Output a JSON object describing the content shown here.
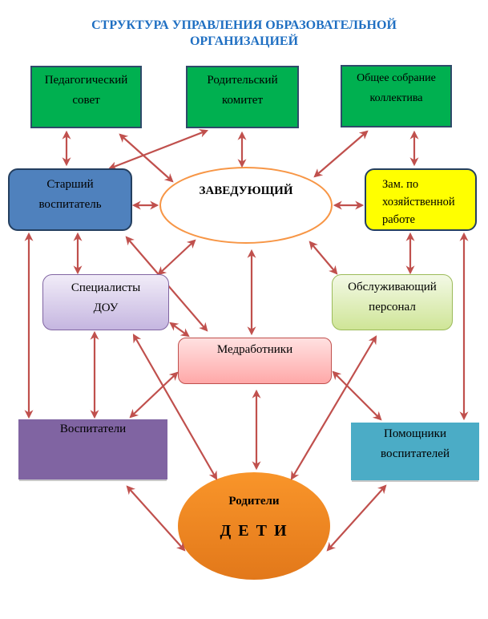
{
  "title": {
    "line1": "СТРУКТУРА  УПРАВЛЕНИЯ ОБРАЗОВАТЕЛЬНОЙ",
    "line2": "ОРГАНИЗАЦИЕЙ"
  },
  "colors": {
    "title": "#1f6fc2",
    "arrow": "#c0504d",
    "council_fill": "#00b050",
    "senior_teacher_fill": "#4f81bd",
    "deputy_fill": "#ffff00",
    "head_outline": "#f79646",
    "specialists_fill": "#ccc0e4",
    "service_fill": "#d7e9a8",
    "medical_fill": "#ffb3b3",
    "teachers_fill": "#8064a2",
    "assistants_fill": "#4bacc6",
    "children_fill": "#f68b1f"
  },
  "nodes": {
    "pedagogical_council": "Педагогический\nсовет",
    "parent_committee": "Родительский\nкомитет",
    "general_meeting": "Общее собрание\nколлектива",
    "senior_teacher": "Старший\nвоспитатель",
    "head": "ЗАВЕДУЮЩИЙ",
    "deputy_household": "Зам. по\nхозяйственной\nработе",
    "specialists": "Специалисты\nДОУ",
    "service_staff": "Обслуживающий\nперсонал",
    "medical_staff": "Медработники",
    "teachers": "Воспитатели",
    "teacher_assistants": "Помощники\nвоспитателей",
    "parents": "Родители",
    "children": "Д Е Т И"
  },
  "links": [
    [
      "pedagogical_council",
      "senior_teacher"
    ],
    [
      "pedagogical_council",
      "head"
    ],
    [
      "parent_committee",
      "senior_teacher"
    ],
    [
      "parent_committee",
      "head"
    ],
    [
      "general_meeting",
      "head"
    ],
    [
      "general_meeting",
      "deputy_household"
    ],
    [
      "senior_teacher",
      "head"
    ],
    [
      "head",
      "deputy_household"
    ],
    [
      "senior_teacher",
      "teachers"
    ],
    [
      "senior_teacher",
      "specialists"
    ],
    [
      "senior_teacher",
      "medical_staff"
    ],
    [
      "head",
      "specialists"
    ],
    [
      "head",
      "medical_staff"
    ],
    [
      "head",
      "service_staff"
    ],
    [
      "deputy_household",
      "service_staff"
    ],
    [
      "deputy_household",
      "teacher_assistants"
    ],
    [
      "specialists",
      "teachers"
    ],
    [
      "specialists",
      "medical_staff"
    ],
    [
      "specialists",
      "children"
    ],
    [
      "medical_staff",
      "teachers"
    ],
    [
      "medical_staff",
      "children"
    ],
    [
      "medical_staff",
      "teacher_assistants"
    ],
    [
      "service_staff",
      "children"
    ],
    [
      "teachers",
      "children"
    ],
    [
      "teacher_assistants",
      "children"
    ]
  ]
}
